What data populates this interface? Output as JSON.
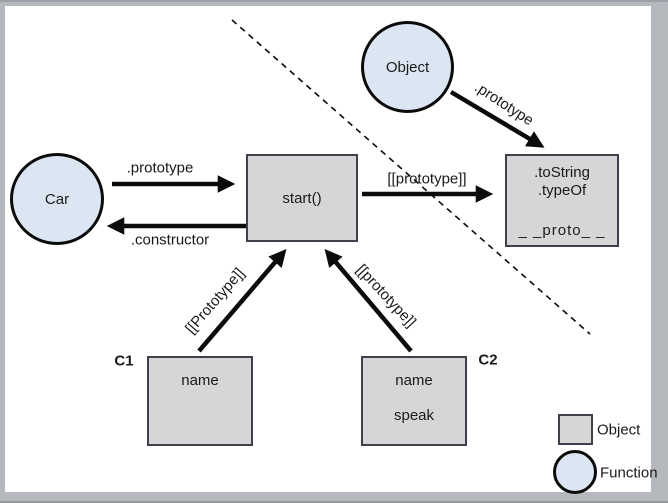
{
  "nodes": {
    "car": {
      "label": "Car"
    },
    "object": {
      "label": "Object"
    },
    "start": {
      "label": "start()"
    },
    "proto": {
      "lines": [
        ".toString",
        ".typeOf",
        "_ _proto_ _"
      ]
    },
    "c1": {
      "tag": "C1",
      "lines": [
        "name"
      ]
    },
    "c2": {
      "tag": "C2",
      "lines": [
        "name",
        "speak"
      ]
    }
  },
  "edge_labels": {
    "car_to_start": ".prototype",
    "start_to_car": ".constructor",
    "object_to_proto": ".prototype",
    "start_to_proto": "[[prototype]]",
    "c1_to_start": "[[Prototype]]",
    "c2_to_start": "[[prototype]]"
  },
  "legend": {
    "object_label": "Object",
    "function_label": "Function"
  },
  "colors": {
    "box_fill": "#d6d6d6",
    "box_border": "#403f4c",
    "circle_fill": "#dce6f2",
    "circle_border": "#0b0b0b",
    "arrow": "#0b0b0b",
    "frame": "#b5b9bd",
    "canvas": "#ffffff"
  }
}
